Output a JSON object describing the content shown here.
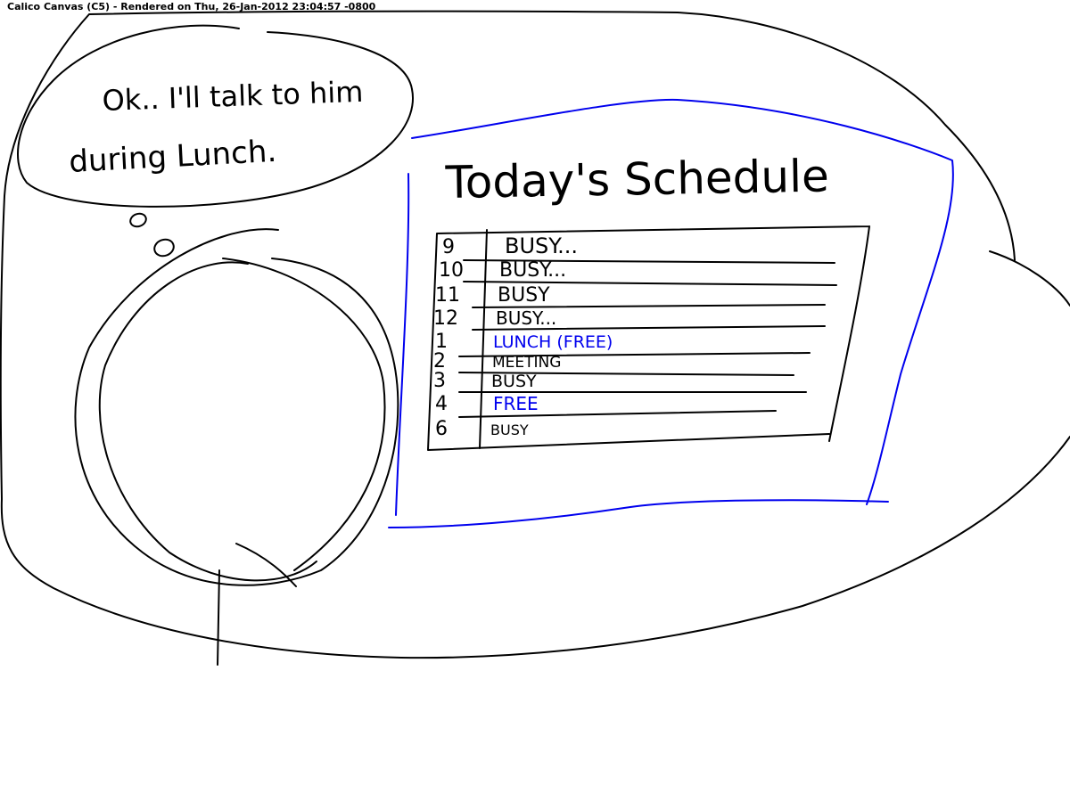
{
  "window": {
    "title": "Calico Canvas (C5) - Rendered on Thu, 26-Jan-2012 23:04:57 -0800"
  },
  "colors": {
    "ink_black": "#000000",
    "ink_blue": "#0000ee",
    "background": "#ffffff"
  },
  "speech_bubble": {
    "line1": "Ok.. I'll talk to him",
    "line2": "during Lunch."
  },
  "schedule": {
    "title": "Today's Schedule",
    "rows": [
      {
        "hour": "9",
        "activity": "BUSY...",
        "highlight": false
      },
      {
        "hour": "10",
        "activity": "BUSY...",
        "highlight": false
      },
      {
        "hour": "11",
        "activity": "BUSY",
        "highlight": false
      },
      {
        "hour": "12",
        "activity": "BUSY...",
        "highlight": false
      },
      {
        "hour": "1",
        "activity": "LUNCH (FREE)",
        "highlight": true
      },
      {
        "hour": "2",
        "activity": "MEETING",
        "highlight": false
      },
      {
        "hour": "3",
        "activity": "BUSY",
        "highlight": false
      },
      {
        "hour": "4",
        "activity": "FREE",
        "highlight": true
      },
      {
        "hour": "6",
        "activity": "BUSY",
        "highlight": false
      }
    ]
  }
}
